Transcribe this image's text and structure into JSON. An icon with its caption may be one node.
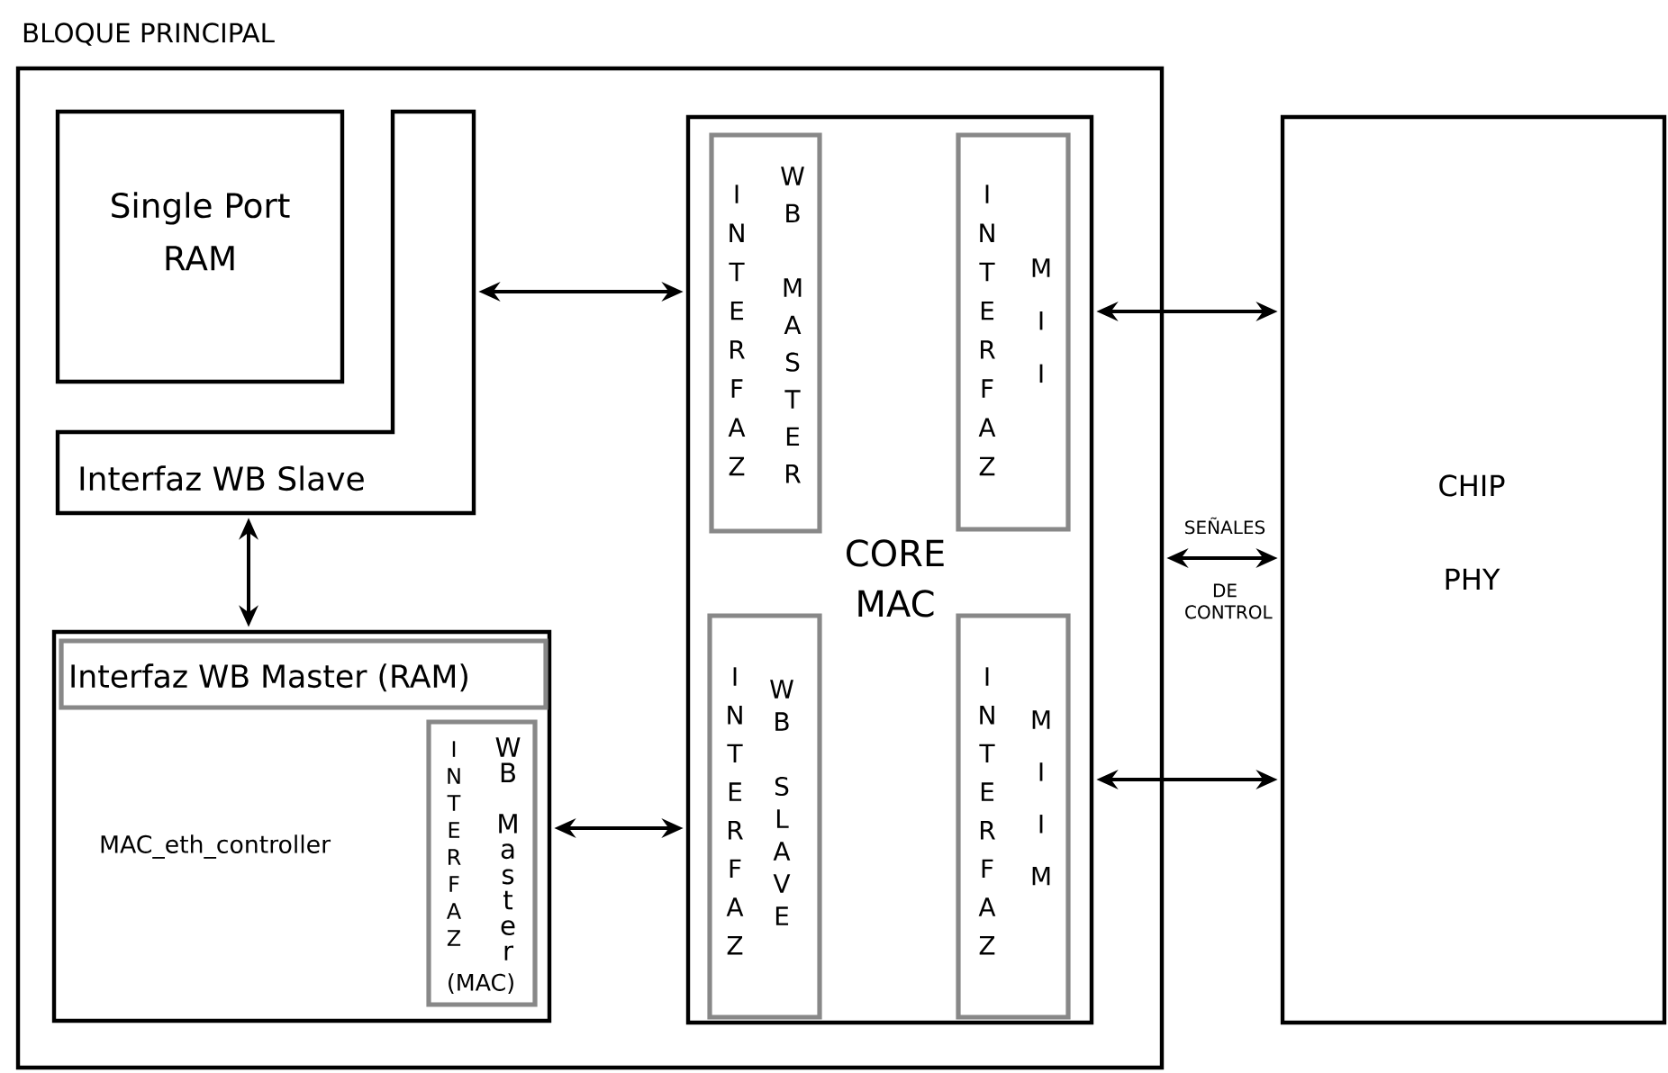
{
  "diagram": {
    "nodes": [
      {
        "text": [
          "BLOQUE PRINCIPAL"
        ]
      },
      {
        "text": [
          "Single Port RAM"
        ],
        "in": 0
      },
      {
        "text": [
          "Interfaz WB Slave"
        ],
        "in": 0
      },
      {
        "text": [
          "MAC_eth_controller"
        ],
        "in": 0
      },
      {
        "text": [
          "Interfaz WB Master (RAM)"
        ],
        "in": 3
      },
      {
        "text": [
          "INTERFAZ",
          "WB Master",
          "(MAC)"
        ],
        "in": 3
      },
      {
        "text": [
          "CORE MAC"
        ],
        "in": 0
      },
      {
        "text": [
          "INTERFAZ",
          "WB MASTER"
        ],
        "in": 6
      },
      {
        "text": [
          "INTERFAZ",
          "MII"
        ],
        "in": 6
      },
      {
        "text": [
          "INTERFAZ",
          "WB SLAVE"
        ],
        "in": 6
      },
      {
        "text": [
          "INTERFAZ",
          "MIIM"
        ],
        "in": 6
      },
      {
        "text": [
          "CHIP PHY"
        ]
      }
    ],
    "edges": [
      {
        "from": 2,
        "to": 6,
        "arrow": "both"
      },
      {
        "from": 2,
        "to": 3,
        "arrow": "both"
      },
      {
        "from": 3,
        "to": 6,
        "arrow": "both"
      },
      {
        "from": 6,
        "to": 11,
        "arrow": "both"
      },
      {
        "from": 6,
        "to": 11,
        "arrow": "both"
      },
      {
        "from": 0,
        "to": 11,
        "arrow": "both"
      }
    ],
    "labels": [
      "SEÑALES",
      "DE CONTROL"
    ]
  }
}
